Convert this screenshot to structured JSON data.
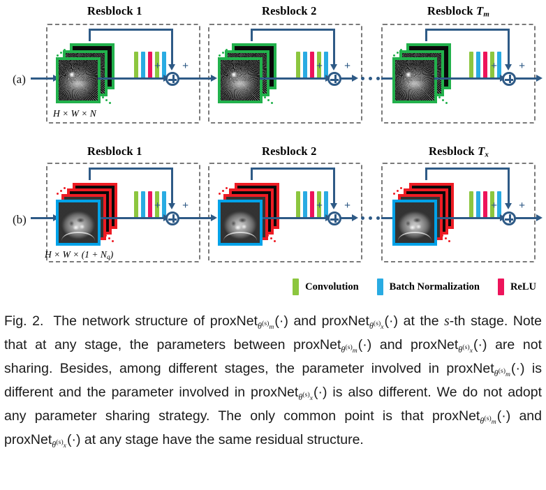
{
  "figure": {
    "rows": [
      {
        "label": "(a)",
        "dim_label": "H × W × N",
        "blocks": [
          {
            "title": "Resblock 1",
            "title_sub": ""
          },
          {
            "title": "Resblock 2",
            "title_sub": ""
          },
          {
            "title": "Resblock",
            "title_var": "T",
            "title_sub": "m"
          }
        ]
      },
      {
        "label": "(b)",
        "dim_label": "H × W × (1 + N",
        "dim_sub": "q",
        "dim_tail": ")",
        "blocks": [
          {
            "title": "Resblock 1",
            "title_sub": ""
          },
          {
            "title": "Resblock 2",
            "title_sub": ""
          },
          {
            "title": "Resblock",
            "title_var": "T",
            "title_sub": "x"
          }
        ]
      }
    ],
    "plus_sign": "+",
    "bar_sequence": [
      "convolution",
      "batch-normalization",
      "relu",
      "convolution",
      "batch-normalization"
    ],
    "colors": {
      "convolution": "#8CC63F",
      "batch_normalization": "#29ABE2",
      "relu": "#ED145B",
      "arrow": "#2E5A86",
      "dashed_box": "#7A7A7A",
      "stack_green": "#22B14C",
      "stack_red": "#ED1C24",
      "stack_cyan": "#00A2E8"
    }
  },
  "legend": {
    "items": [
      {
        "label": "Convolution",
        "color": "#8CC63F",
        "icon": "green-swatch"
      },
      {
        "label": "Batch Normalization",
        "color": "#29ABE2",
        "icon": "blue-swatch"
      },
      {
        "label": "ReLU",
        "color": "#ED145B",
        "icon": "red-swatch"
      }
    ]
  },
  "caption": {
    "figure_number": "Fig. 2.",
    "text_full": "The network structure of proxNet_{θ_m^{(s)}}(·) and proxNet_{θ_x^{(s)}}(·) at the s-th stage. Note that at any stage, the parameters between proxNet_{θ_m^{(s)}}(·) and proxNet_{θ_x^{(s)}}(·) are not sharing. Besides, among different stages, the parameter involved in proxNet_{θ_m^{(s)}}(·) is different and the parameter involved in proxNet_{θ_x^{(s)}}(·) is also different. We do not adopt any parameter sharing strategy. The only common point is that proxNet_{θ_m^{(s)}}(·) and proxNet_{θ_x^{(s)}}(·) at any stage have the same residual structure.",
    "seg": {
      "s1": "The network structure of ",
      "s2": " and ",
      "s3": " at the ",
      "s3b": "-th stage. Note that at any stage, the parameters between ",
      "s4": " and ",
      "s5": " are not sharing. Besides, among different stages, the parameter involved in ",
      "s6": " is different and the parameter involved in ",
      "s7": " is also different. We do not adopt any parameter sharing strategy. The only common point is that ",
      "s8": " and ",
      "s9": " at any stage have the same residual structure.",
      "s_var": "s",
      "proxnet": "proxNet",
      "theta": "θ",
      "sub_m": "m",
      "sub_x": "x",
      "sup_s": "(s)",
      "arg": "(·)"
    }
  }
}
